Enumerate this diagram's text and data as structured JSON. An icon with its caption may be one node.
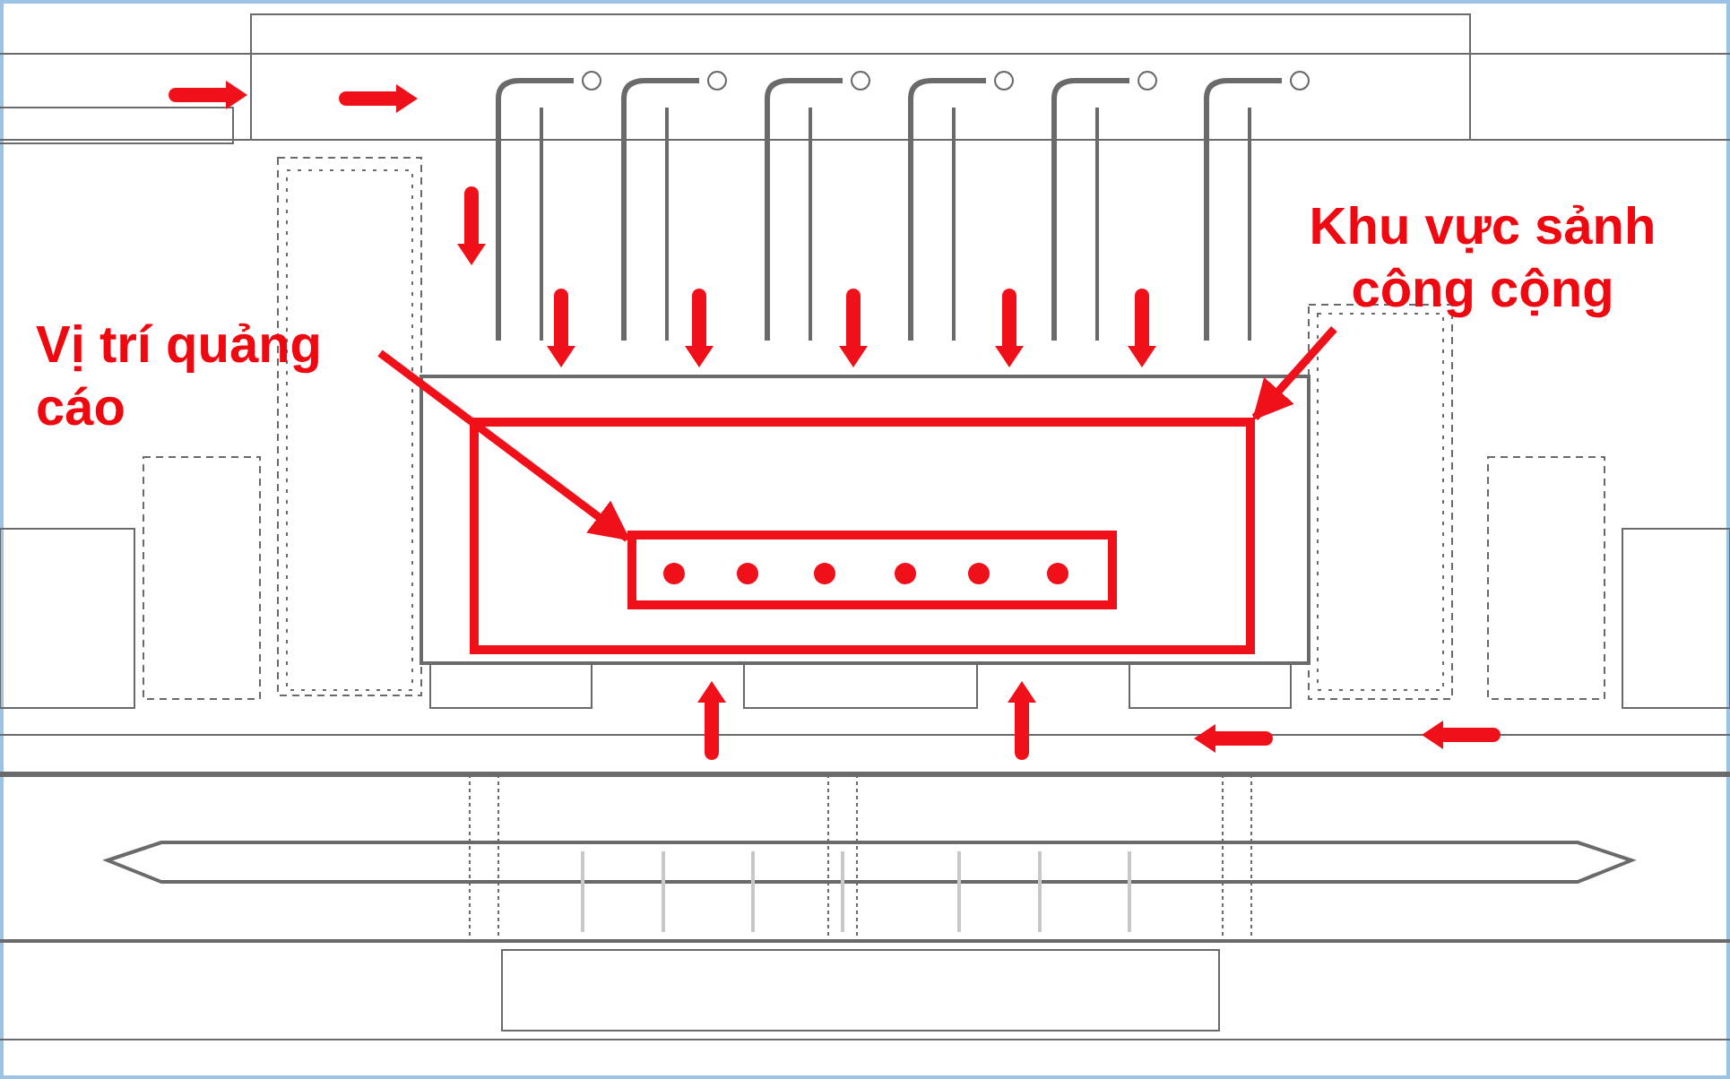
{
  "diagram": {
    "nodes": [
      {
        "text": [
          "Vị trí quảng cáo"
        ]
      },
      {
        "text": [
          "Khu vực sảnh công cộng"
        ]
      },
      {
        "text": [],
        "shape": "box"
      },
      {
        "text": [],
        "shape": "box",
        "in": 2
      }
    ],
    "edges": [
      {
        "from": 0,
        "to": 3,
        "arrow": "to"
      },
      {
        "from": 1,
        "to": 2,
        "arrow": "to"
      }
    ]
  }
}
